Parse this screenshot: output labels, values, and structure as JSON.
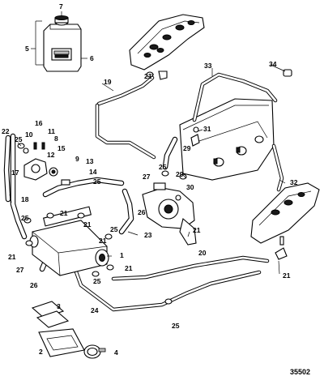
{
  "figure_number": "35502",
  "callouts": {
    "c1": "1",
    "c2": "2",
    "c3": "3",
    "c4": "4",
    "c5": "5",
    "c6": "6",
    "c7": "7",
    "c8": "8",
    "c9": "9",
    "c10": "10",
    "c11": "11",
    "c12": "12",
    "c13": "13",
    "c14": "14",
    "c15": "15",
    "c16": "16",
    "c17": "17",
    "c18": "18",
    "c19": "19",
    "c20": "20",
    "c21": "21",
    "c22": "22",
    "c23": "23",
    "c24": "24",
    "c25": "25",
    "c26": "26",
    "c27": "27",
    "c29": "29",
    "c30": "30",
    "c31": "31",
    "c32": "32",
    "c33": "33",
    "c34": "34"
  }
}
